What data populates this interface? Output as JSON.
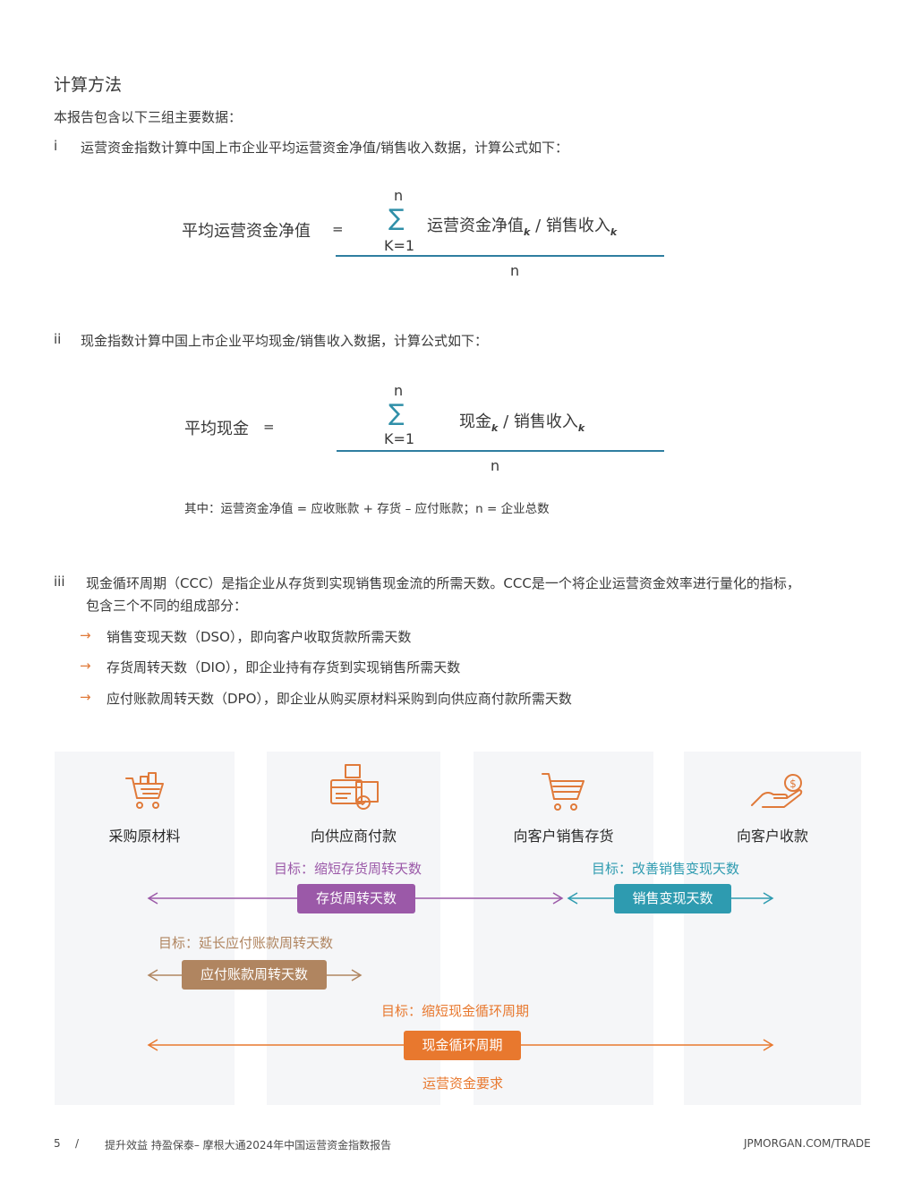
{
  "section_title": "计算方法",
  "intro": "本报告包含以下三组主要数据：",
  "items": [
    {
      "num": "i",
      "text": "运营资金指数计算中国上市企业平均运营资金净值/销售收入数据，计算公式如下："
    },
    {
      "num": "ii",
      "text": "现金指数计算中国上市企业平均现金/销售收入数据，计算公式如下："
    },
    {
      "num": "iii",
      "text_line1": "现金循环周期（CCC）是指企业从存货到实现销售现金流的所需天数。CCC是一个将企业运营资金效率进行量化的指标，",
      "text_line2": "包含三个不同的组成部分："
    }
  ],
  "formula1": {
    "label": "平均运营资金净值",
    "eq": "=",
    "sum_top": "n",
    "sum_symbol": "∑",
    "sum_bottom": "K=1",
    "numer_a": "运营资金净值",
    "sub_a": "k",
    "slash": "/",
    "numer_b": "销售收入",
    "sub_b": "k",
    "denom": "n"
  },
  "formula2": {
    "label": "平均现金",
    "eq": "=",
    "sum_top": "n",
    "sum_symbol": "∑",
    "sum_bottom": "K=1",
    "numer_a": "现金",
    "sub_a": "k",
    "slash": "/",
    "numer_b": "销售收入",
    "sub_b": "k",
    "denom": "n"
  },
  "note": "其中：运营资金净值 = 应收账款 + 存货 – 应付账款；n = 企业总数",
  "bullets": [
    {
      "arrow": "→",
      "text": "销售变现天数（DSO），即向客户收取货款所需天数"
    },
    {
      "arrow": "→",
      "text": "存货周转天数（DIO），即企业持有存货到实现销售所需天数"
    },
    {
      "arrow": "→",
      "text": "应付账款周转天数（DPO），即企业从购买原材料采购到向供应商付款所需天数"
    }
  ],
  "diagram": {
    "steps": [
      {
        "label": "采购原材料",
        "icon": "shopping-cart-boxes-icon"
      },
      {
        "label": "向供应商付款",
        "icon": "payment-boxes-icon"
      },
      {
        "label": "向客户销售存货",
        "icon": "shopping-cart-icon"
      },
      {
        "label": "向客户收款",
        "icon": "hand-dollar-icon"
      }
    ],
    "goal_dio": "目标：缩短存货周转天数",
    "goal_dso": "目标：改善销售变现天数",
    "goal_dpo": "目标：延长应付账款周转天数",
    "goal_ccc": "目标：缩短现金循环周期",
    "pill_dio": "存货周转天数",
    "pill_dso": "销售变现天数",
    "pill_dpo": "应付账款周转天数",
    "pill_ccc": "现金循环周期",
    "footer_label": "运营资金要求",
    "colors": {
      "dio": "#9b59a8",
      "dso": "#2e9bb0",
      "dpo": "#b08560",
      "ccc": "#e8782e"
    }
  },
  "footer": {
    "page": "5",
    "sep": "/",
    "title": "提升效益 持盈保泰– 摩根大通2024年中国运营资金指数报告",
    "url": "JPMORGAN.COM/TRADE"
  }
}
